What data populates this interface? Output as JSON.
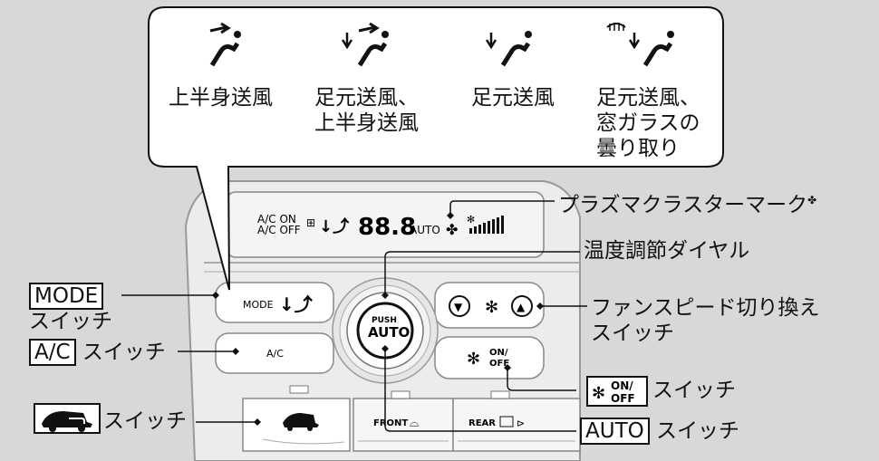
{
  "balloon": {
    "modes": [
      {
        "icon": "face-vent-icon",
        "label": "上半身送風"
      },
      {
        "icon": "bi-level-vent-icon",
        "label": "足元送風、\n上半身送風"
      },
      {
        "icon": "floor-vent-icon",
        "label": "足元送風"
      },
      {
        "icon": "floor-defrost-icon",
        "label": "足元送風、\n窓ガラスの\n曇り取り"
      }
    ]
  },
  "callouts": {
    "plasma": "プラズマクラスターマーク",
    "plasma_mark": "✤",
    "temp_dial": "温度調節ダイヤル",
    "fan_speed": "ファンスピード切り換え\nスイッチ",
    "fan_onoff_boxed_on": "ON/",
    "fan_onoff_boxed_off": "OFF",
    "fan_onoff_suffix": "スイッチ",
    "auto_boxed": "AUTO",
    "auto_suffix": "スイッチ",
    "mode_boxed": "MODE",
    "mode_suffix": "スイッチ",
    "ac_boxed": "A/C",
    "ac_suffix": "スイッチ",
    "recirc_suffix": "スイッチ"
  },
  "panel": {
    "display": {
      "ac_on": "A/C ON",
      "ac_off": "A/C OFF",
      "temp": "88.8",
      "auto": "AUTO"
    },
    "buttons": {
      "mode": "MODE",
      "ac": "A/C",
      "push": "PUSH",
      "auto": "AUTO",
      "fan_on": "ON/",
      "fan_off": "OFF",
      "front": "FRONT",
      "rear": "REAR",
      "down_arrow": "▼",
      "up_arrow": "▲"
    }
  },
  "colors": {
    "background": "#d8d8d8",
    "panel": "#ffffff",
    "line": "#111111"
  }
}
